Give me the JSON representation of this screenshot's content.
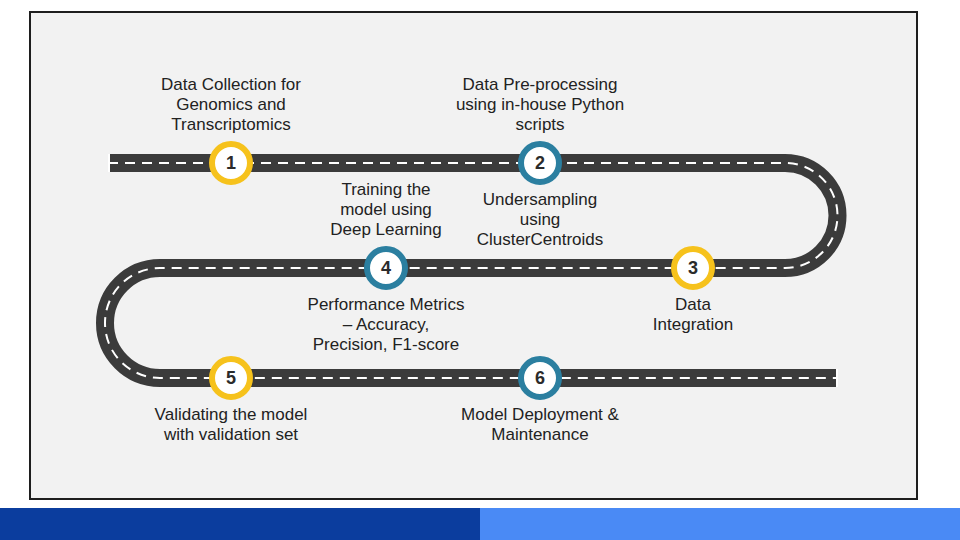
{
  "diagram": {
    "nodes": [
      {
        "text": [
          "Data Collection for Genomics and Transcriptomics",
          "1"
        ]
      },
      {
        "text": [
          "Data Pre-processing using in-house Python scripts",
          "2",
          "Undersampling using ClusterCentroids"
        ]
      },
      {
        "text": [
          "3",
          "Data Integration"
        ]
      },
      {
        "text": [
          "Training the model using Deep Learning",
          "4",
          "Performance Metrics – Accuracy, Precision, F1-score"
        ]
      },
      {
        "text": [
          "5",
          "Validating the model with validation set"
        ]
      },
      {
        "text": [
          "6",
          "Model Deployment & Maintenance"
        ]
      }
    ]
  }
}
